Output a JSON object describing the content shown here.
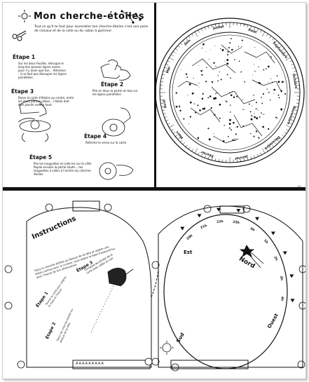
{
  "top_left": {
    "title": "Mon cherche-étoiles",
    "intro": "Tout ce qu'il te faut pour assembler ton cherche-étoiles c'est une paire de ciseaux et de la colle ou du ruban à gommer.",
    "steps": [
      {
        "label": "Étape 1",
        "text": "Sur les deux feuilles, découpe le long des grosses lignes noires pour n'y avoir que ton… Attention : il ne faut pas découper les lignes pointillées."
      },
      {
        "label": "Étape 2",
        "text": "Plie en deux la partie en bas sur les lignes pointillées."
      },
      {
        "label": "Étape 3",
        "text": "Passe la carte d'étoiles au centre, entre les deux parties pliées… l'étoile doit être placée vers le haut."
      },
      {
        "label": "Étape 4",
        "text": "Referme le verso sur la carte."
      },
      {
        "label": "Étape 5",
        "text": "Plie les languettes et colle-les sur le côté. Replie ensuite la partie haute… tes languettes à coller à l'arrière du cherche-étoiles."
      }
    ]
  },
  "star_wheel": {
    "months": [
      "Août",
      "Septembre",
      "Octobre",
      "Novembre",
      "Décembre",
      "Janvier",
      "Février",
      "Mars",
      "Avril",
      "Mai",
      "Juin",
      "Juillet"
    ]
  },
  "bottom": {
    "instructions_title": "Instructions",
    "instructions_text": "Tiens le cherche-étoiles au-dessus de ta tête et repère une étoile connue avec le curseur, puis aligne la date d'aujourd'hui avec l'heure de ton observation.",
    "steps": [
      {
        "label": "Étape 1",
        "text": "Tourne la carte pour aligner le mois et l'heure."
      },
      {
        "label": "Étape 2",
        "text": "Tiens ton cherche-étoiles au-dessus de ta tête."
      },
      {
        "label": "Étape 3",
        "text": "Compare les étoiles de la carte avec celles du ciel."
      }
    ],
    "directions": {
      "east": "Est",
      "north": "Nord",
      "west": "Ouest",
      "south": "Sud"
    },
    "hours": [
      "20h",
      "21h",
      "22h",
      "23h",
      "0h",
      "1h",
      "2h",
      "3h",
      "4h"
    ],
    "tab_label": "AAAAAAAAA"
  },
  "footer": {
    "page_number": "1/1"
  }
}
